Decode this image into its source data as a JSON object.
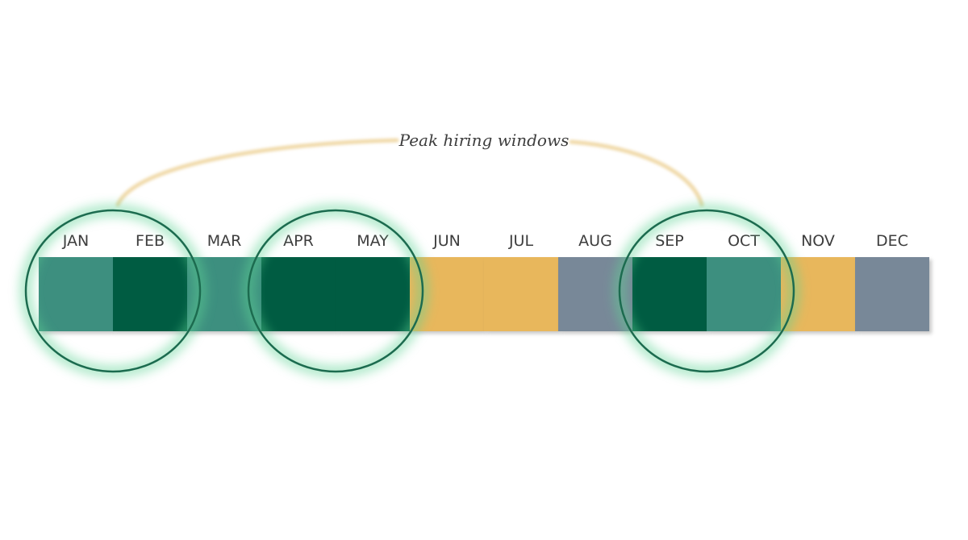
{
  "annotation": {
    "text": "Peak hiring windows"
  },
  "colors": {
    "dark_green": "#005b43",
    "medium_teal": "#3e8f7f",
    "mustard": "#e8b75b",
    "slate": "#788898",
    "highlight_ring": "#1c6b4f",
    "highlight_glow": "#5fd394",
    "connector": "#f0d9a8",
    "label": "#3d3d3d"
  },
  "months": [
    {
      "label": "JAN",
      "category": "medium_teal",
      "highlighted": true
    },
    {
      "label": "FEB",
      "category": "dark_green",
      "highlighted": true
    },
    {
      "label": "MAR",
      "category": "medium_teal",
      "highlighted": false
    },
    {
      "label": "APR",
      "category": "dark_green",
      "highlighted": true
    },
    {
      "label": "MAY",
      "category": "dark_green",
      "highlighted": true
    },
    {
      "label": "JUN",
      "category": "mustard",
      "highlighted": false
    },
    {
      "label": "JUL",
      "category": "mustard",
      "highlighted": false
    },
    {
      "label": "AUG",
      "category": "slate",
      "highlighted": false
    },
    {
      "label": "SEP",
      "category": "dark_green",
      "highlighted": true
    },
    {
      "label": "OCT",
      "category": "medium_teal",
      "highlighted": true
    },
    {
      "label": "NOV",
      "category": "mustard",
      "highlighted": false
    },
    {
      "label": "DEC",
      "category": "slate",
      "highlighted": false
    }
  ],
  "highlight_groups": [
    {
      "months": [
        "JAN",
        "FEB"
      ]
    },
    {
      "months": [
        "APR",
        "MAY"
      ]
    },
    {
      "months": [
        "SEP",
        "OCT"
      ]
    }
  ]
}
